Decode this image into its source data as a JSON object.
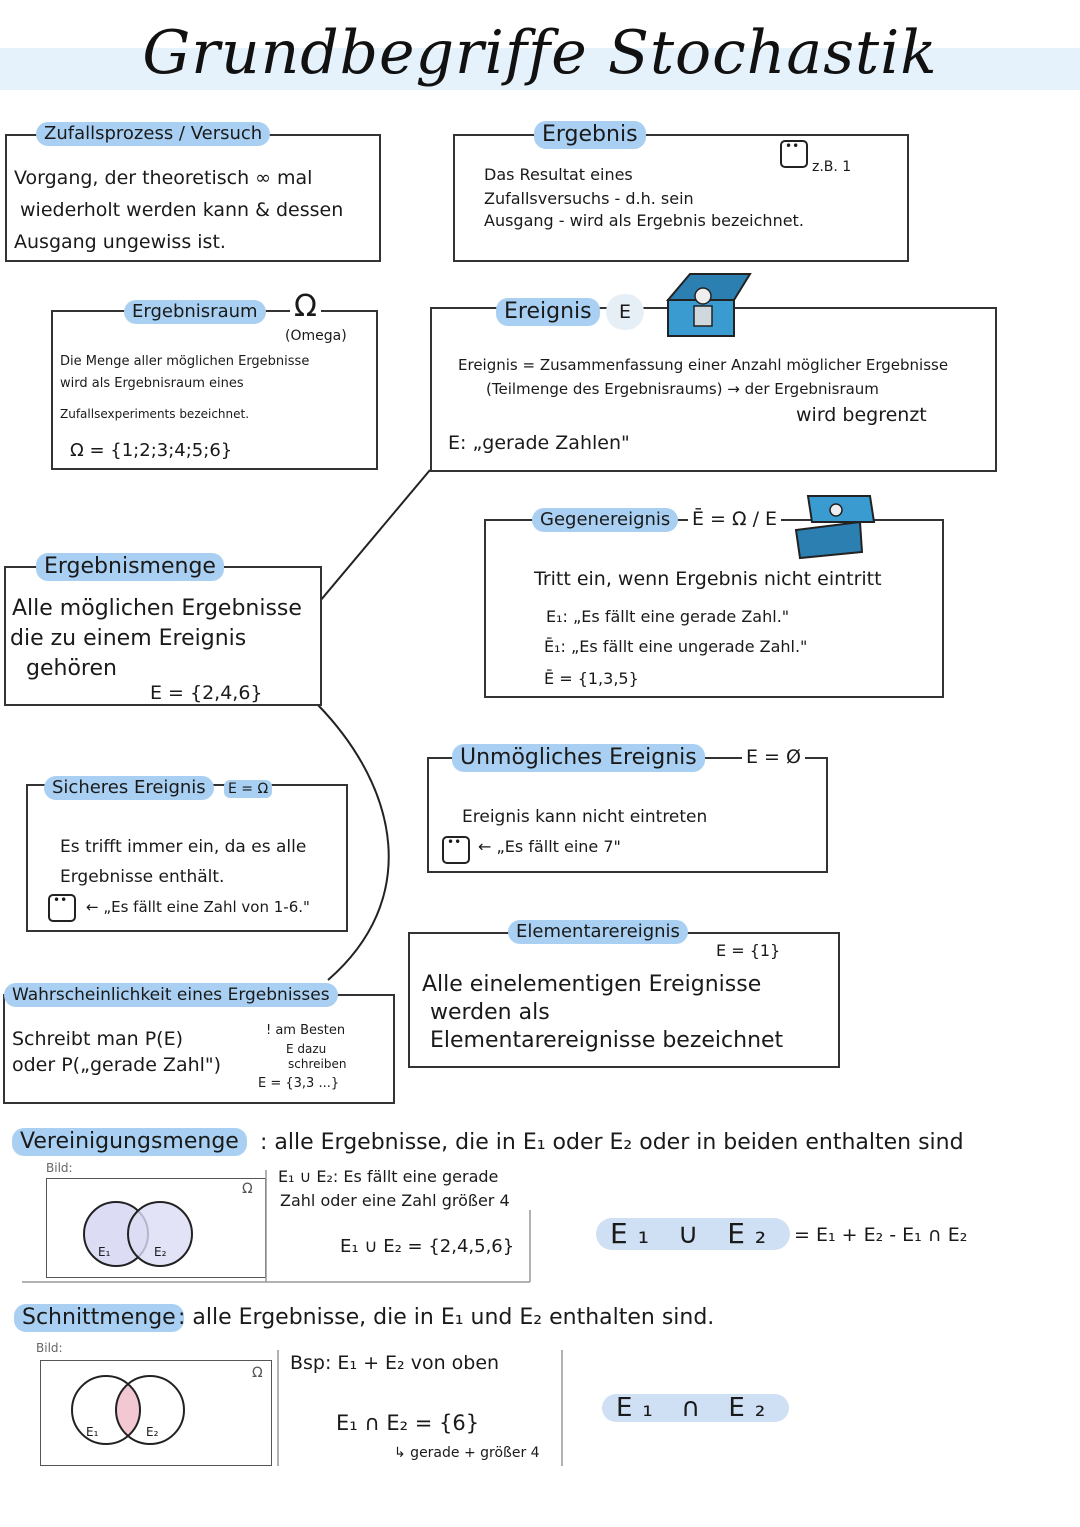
{
  "title": "Grundbegriffe Stochastik",
  "colors": {
    "highlight": "#a9d0f2",
    "band": "#e6f2fb",
    "intersection": "#f2c9d2",
    "circle_fill": "#dcdcf5"
  },
  "zufallsprozess": {
    "label": "Zufallsprozess / Versuch",
    "lines": [
      "Vorgang, der theoretisch ∞ mal",
      "wiederholt werden kann & dessen",
      "Ausgang ungewiss ist."
    ]
  },
  "ergebnis": {
    "label": "Ergebnis",
    "example": "z.B. 1",
    "lines": [
      "Das Resultat eines",
      "Zufallsversuchs - d.h. sein",
      "Ausgang - wird als Ergebnis bezeichnet."
    ]
  },
  "ergebnisraum": {
    "label": "Ergebnisraum",
    "symbol": "Ω",
    "symbol_note": "(Omega)",
    "lines": [
      "Die Menge aller möglichen Ergebnisse",
      "wird als Ergebnisraum eines",
      "Zufallsexperiments bezeichnet."
    ],
    "formula": "Ω = {1;2;3;4;5;6}"
  },
  "ereignis": {
    "label": "Ereignis",
    "symbol": "E",
    "line1": "Ereignis = Zusammenfassung einer Anzahl möglicher Ergebnisse",
    "line2": "(Teilmenge des Ergebnisraums) → der Ergebnisraum",
    "line3": "wird begrenzt",
    "example": "E: „gerade Zahlen\""
  },
  "ergebnismenge": {
    "label": "Ergebnismenge",
    "lines": [
      "Alle möglichen Ergebnisse",
      "die zu einem Ereignis",
      "gehören"
    ],
    "formula": "E = {2,4,6}"
  },
  "gegenereignis": {
    "label": "Gegenereignis",
    "formula": "Ē = Ω / E",
    "line1": "Tritt ein, wenn Ergebnis nicht eintritt",
    "e1": "E₁: „Es fällt eine gerade Zahl.\"",
    "e1bar": "Ē₁: „Es fällt eine ungerade Zahl.\"",
    "set": "Ē = {1,3,5}"
  },
  "unmoeglich": {
    "label": "Unmögliches Ereignis",
    "formula": "E = Ø",
    "line1": "Ereignis kann nicht eintreten",
    "example": "← „Es fällt eine 7\""
  },
  "sicher": {
    "label": "Sicheres Ereignis",
    "formula": "E = Ω",
    "lines": [
      "Es trifft immer ein, da es alle",
      "Ergebnisse enthält."
    ],
    "example": "← „Es fällt eine Zahl von 1-6.\""
  },
  "elementar": {
    "label": "Elementarereignis",
    "formula": "E = {1}",
    "lines": [
      "Alle einelementigen Ereignisse",
      "werden als",
      "Elementarereignisse bezeichnet"
    ]
  },
  "wahrscheinlichkeit": {
    "label": "Wahrscheinlichkeit eines Ergebnisses",
    "lines": [
      "Schreibt man P(E)",
      "oder P(„gerade Zahl\")"
    ],
    "note1": "! am Besten",
    "note2": "E dazu",
    "note3": "schreiben",
    "note4": "E = {3,3 ...}"
  },
  "vereinigung": {
    "label": "Vereinigungsmenge",
    "desc": ": alle Ergebnisse, die in E₁ oder E₂ oder in beiden enthalten sind",
    "bild": "Bild:",
    "omega": "Ω",
    "e1": "E₁",
    "e2": "E₂",
    "ex1": "E₁ ∪ E₂: Es fällt eine gerade",
    "ex2": "Zahl oder eine Zahl größer 4",
    "set": "E₁ ∪ E₂ = {2,4,5,6}",
    "pill": "E₁ ∪ E₂",
    "formula": "= E₁ + E₂ - E₁ ∩ E₂"
  },
  "schnitt": {
    "label": "Schnittmenge",
    "desc": ": alle Ergebnisse, die in E₁ und E₂ enthalten sind.",
    "bild": "Bild:",
    "omega": "Ω",
    "e1": "E₁",
    "e2": "E₂",
    "ex1": "Bsp: E₁ + E₂ von oben",
    "set": "E₁ ∩ E₂ = {6}",
    "note": "↳ gerade + größer 4",
    "pill": "E₁ ∩ E₂"
  }
}
